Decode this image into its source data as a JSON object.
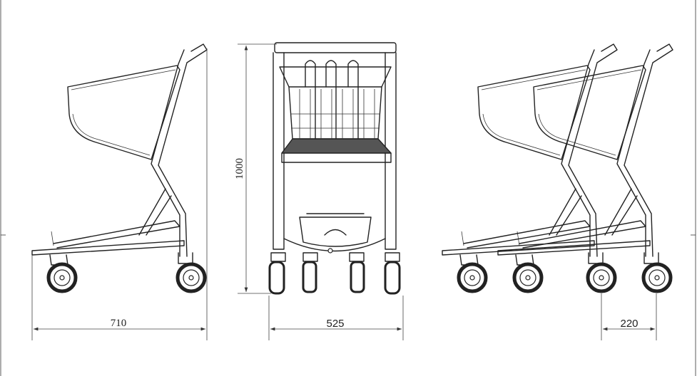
{
  "dimensions": {
    "side_length": "710",
    "height": "1000",
    "width": "525",
    "nesting_offset": "220"
  },
  "colors": {
    "line": "#222222",
    "background": "#ffffff"
  }
}
